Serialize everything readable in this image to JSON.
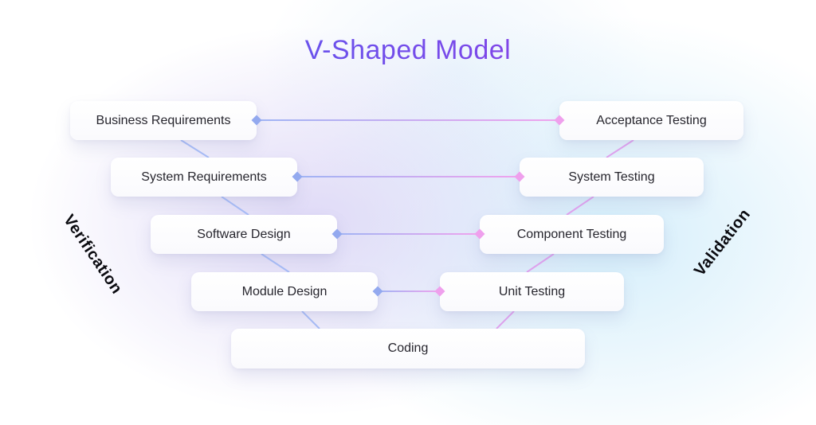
{
  "title": {
    "text": "V-Shaped Model"
  },
  "side_labels": {
    "verification": "Verification",
    "validation": "Validation"
  },
  "nodes": {
    "left": [
      {
        "label": "Business Requirements"
      },
      {
        "label": "System Requirements"
      },
      {
        "label": "Software Design"
      },
      {
        "label": "Module Design"
      }
    ],
    "right": [
      {
        "label": "Acceptance Testing"
      },
      {
        "label": "System Testing"
      },
      {
        "label": "Component Testing"
      },
      {
        "label": "Unit Testing"
      }
    ],
    "bottom": {
      "label": "Coding"
    }
  },
  "connections": [
    {
      "from": "Business Requirements",
      "to": "Acceptance Testing"
    },
    {
      "from": "System Requirements",
      "to": "System Testing"
    },
    {
      "from": "Software Design",
      "to": "Component Testing"
    },
    {
      "from": "Module Design",
      "to": "Unit Testing"
    },
    {
      "from": "Module Design",
      "to": "Coding"
    },
    {
      "from": "Coding",
      "to": "Unit Testing"
    }
  ],
  "icons": {
    "left_connector_endpoint": "blue-diamond-icon",
    "right_connector_endpoint": "pink-diamond-icon"
  },
  "colors": {
    "title_gradient_start": "#4c62f1",
    "title_gradient_end": "#c22cd9",
    "verification_line": "#a9bef8",
    "validation_line": "#e3a4f0",
    "verification_diamond": "#93a9ef",
    "validation_diamond": "#efa0ed",
    "node_background": "#ffffff",
    "node_text": "#26252d",
    "side_label_text": "#0b0b10",
    "background_lavender": "#e6e2f6",
    "background_cyan": "#e4f2fa"
  }
}
